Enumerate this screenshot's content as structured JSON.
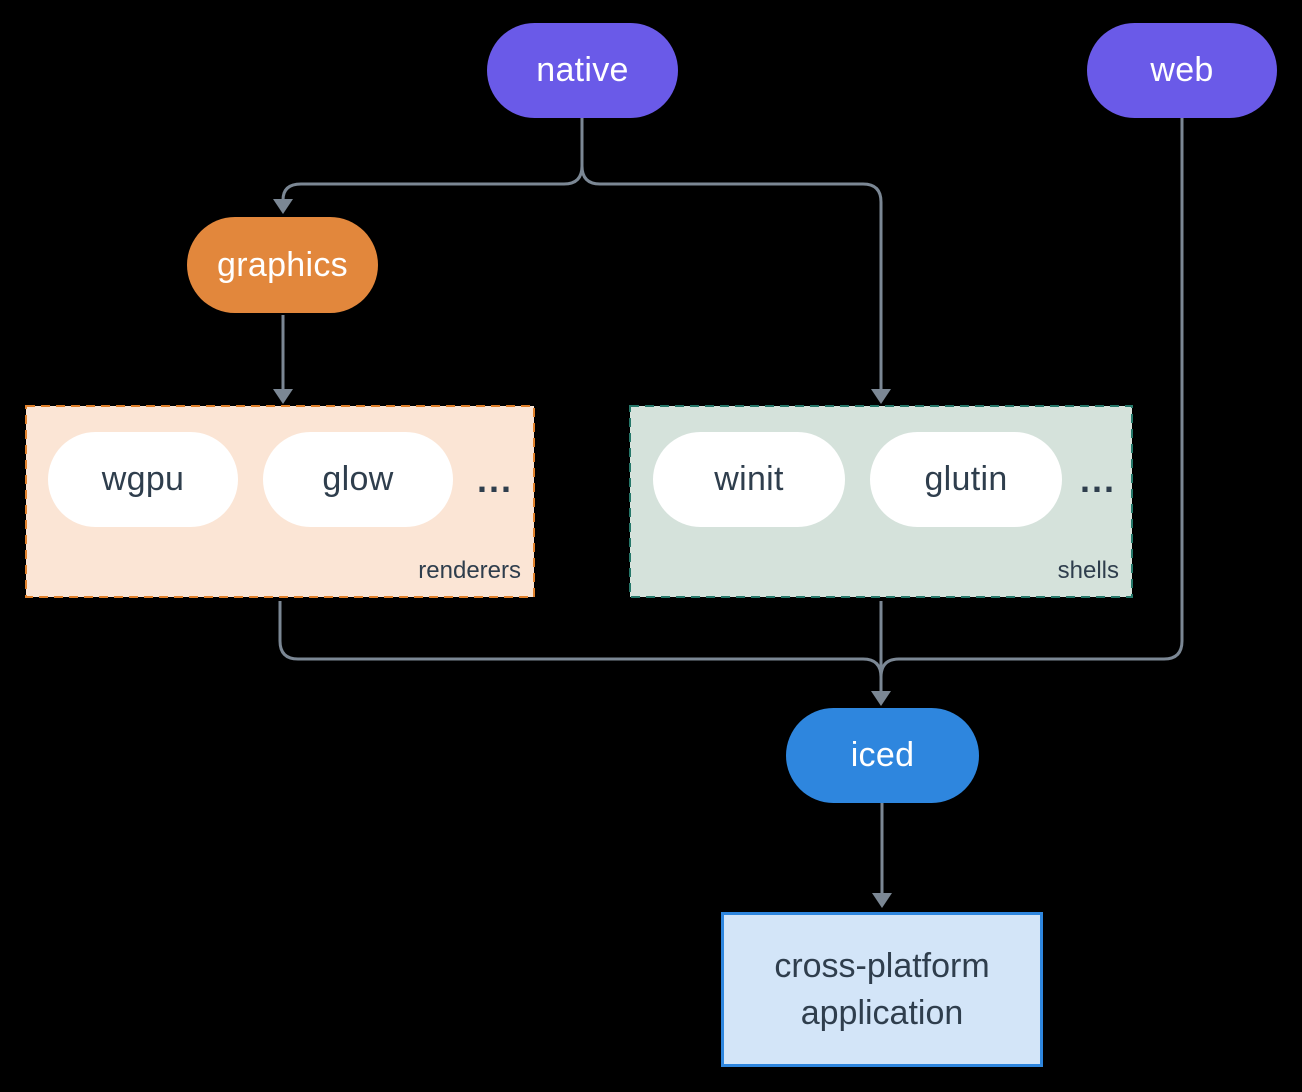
{
  "diagram": {
    "colors": {
      "background": "#000000",
      "edge": "#7b8794",
      "native_web_fill": "#6a5ae8",
      "graphics_fill": "#e2873c",
      "iced_fill": "#2e86de",
      "renderers_bg": "#fbe5d5",
      "renderers_border": "#e0812c",
      "shells_bg": "#d5e2db",
      "shells_border": "#26786a",
      "app_bg": "#d3e5f8",
      "app_border": "#2e86de",
      "dark_text": "#2f3e4d",
      "light_text": "#ffffff"
    },
    "nodes": {
      "native": "native",
      "web": "web",
      "graphics": "graphics",
      "wgpu": "wgpu",
      "glow": "glow",
      "winit": "winit",
      "glutin": "glutin",
      "iced": "iced",
      "app_line1": "cross-platform",
      "app_line2": "application"
    },
    "groups": {
      "renderers": {
        "label": "renderers",
        "ellipsis": "..."
      },
      "shells": {
        "label": "shells",
        "ellipsis": "..."
      }
    }
  }
}
